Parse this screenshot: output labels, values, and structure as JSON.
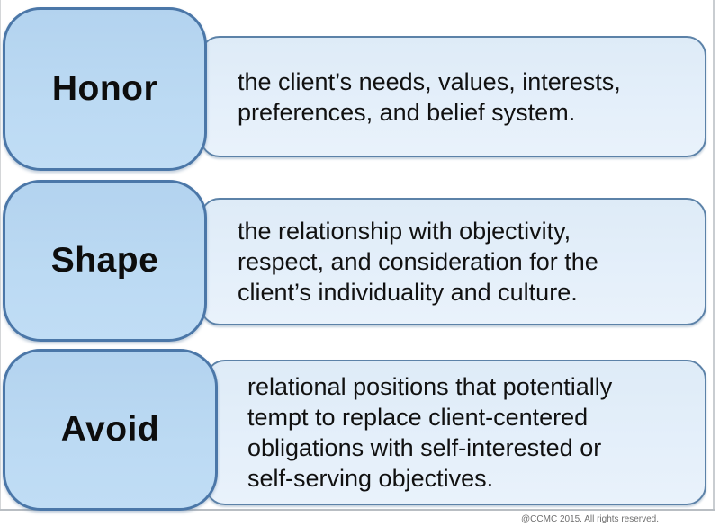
{
  "slide": {
    "rows": [
      {
        "label": "Honor",
        "lines": [
          "the client’s needs, values, interests,",
          "preferences, and belief system."
        ]
      },
      {
        "label": "Shape",
        "lines": [
          "the relationship with objectivity,",
          "respect, and consideration for the",
          "client’s individuality and culture."
        ]
      },
      {
        "label": "Avoid",
        "lines": [
          "relational positions that potentially",
          "tempt to replace client-centered",
          "obligations with self-interested or",
          "self-serving objectives."
        ]
      }
    ],
    "footer": "@CCMC 2015. All rights reserved.",
    "colors": {
      "label_fill": "#b9d7f1",
      "label_border": "#4b77a8",
      "textbox_fill": "#e3eef9",
      "textbox_border": "#5c82a8",
      "text": "#111111",
      "footer_text": "#6f6f6f"
    }
  }
}
